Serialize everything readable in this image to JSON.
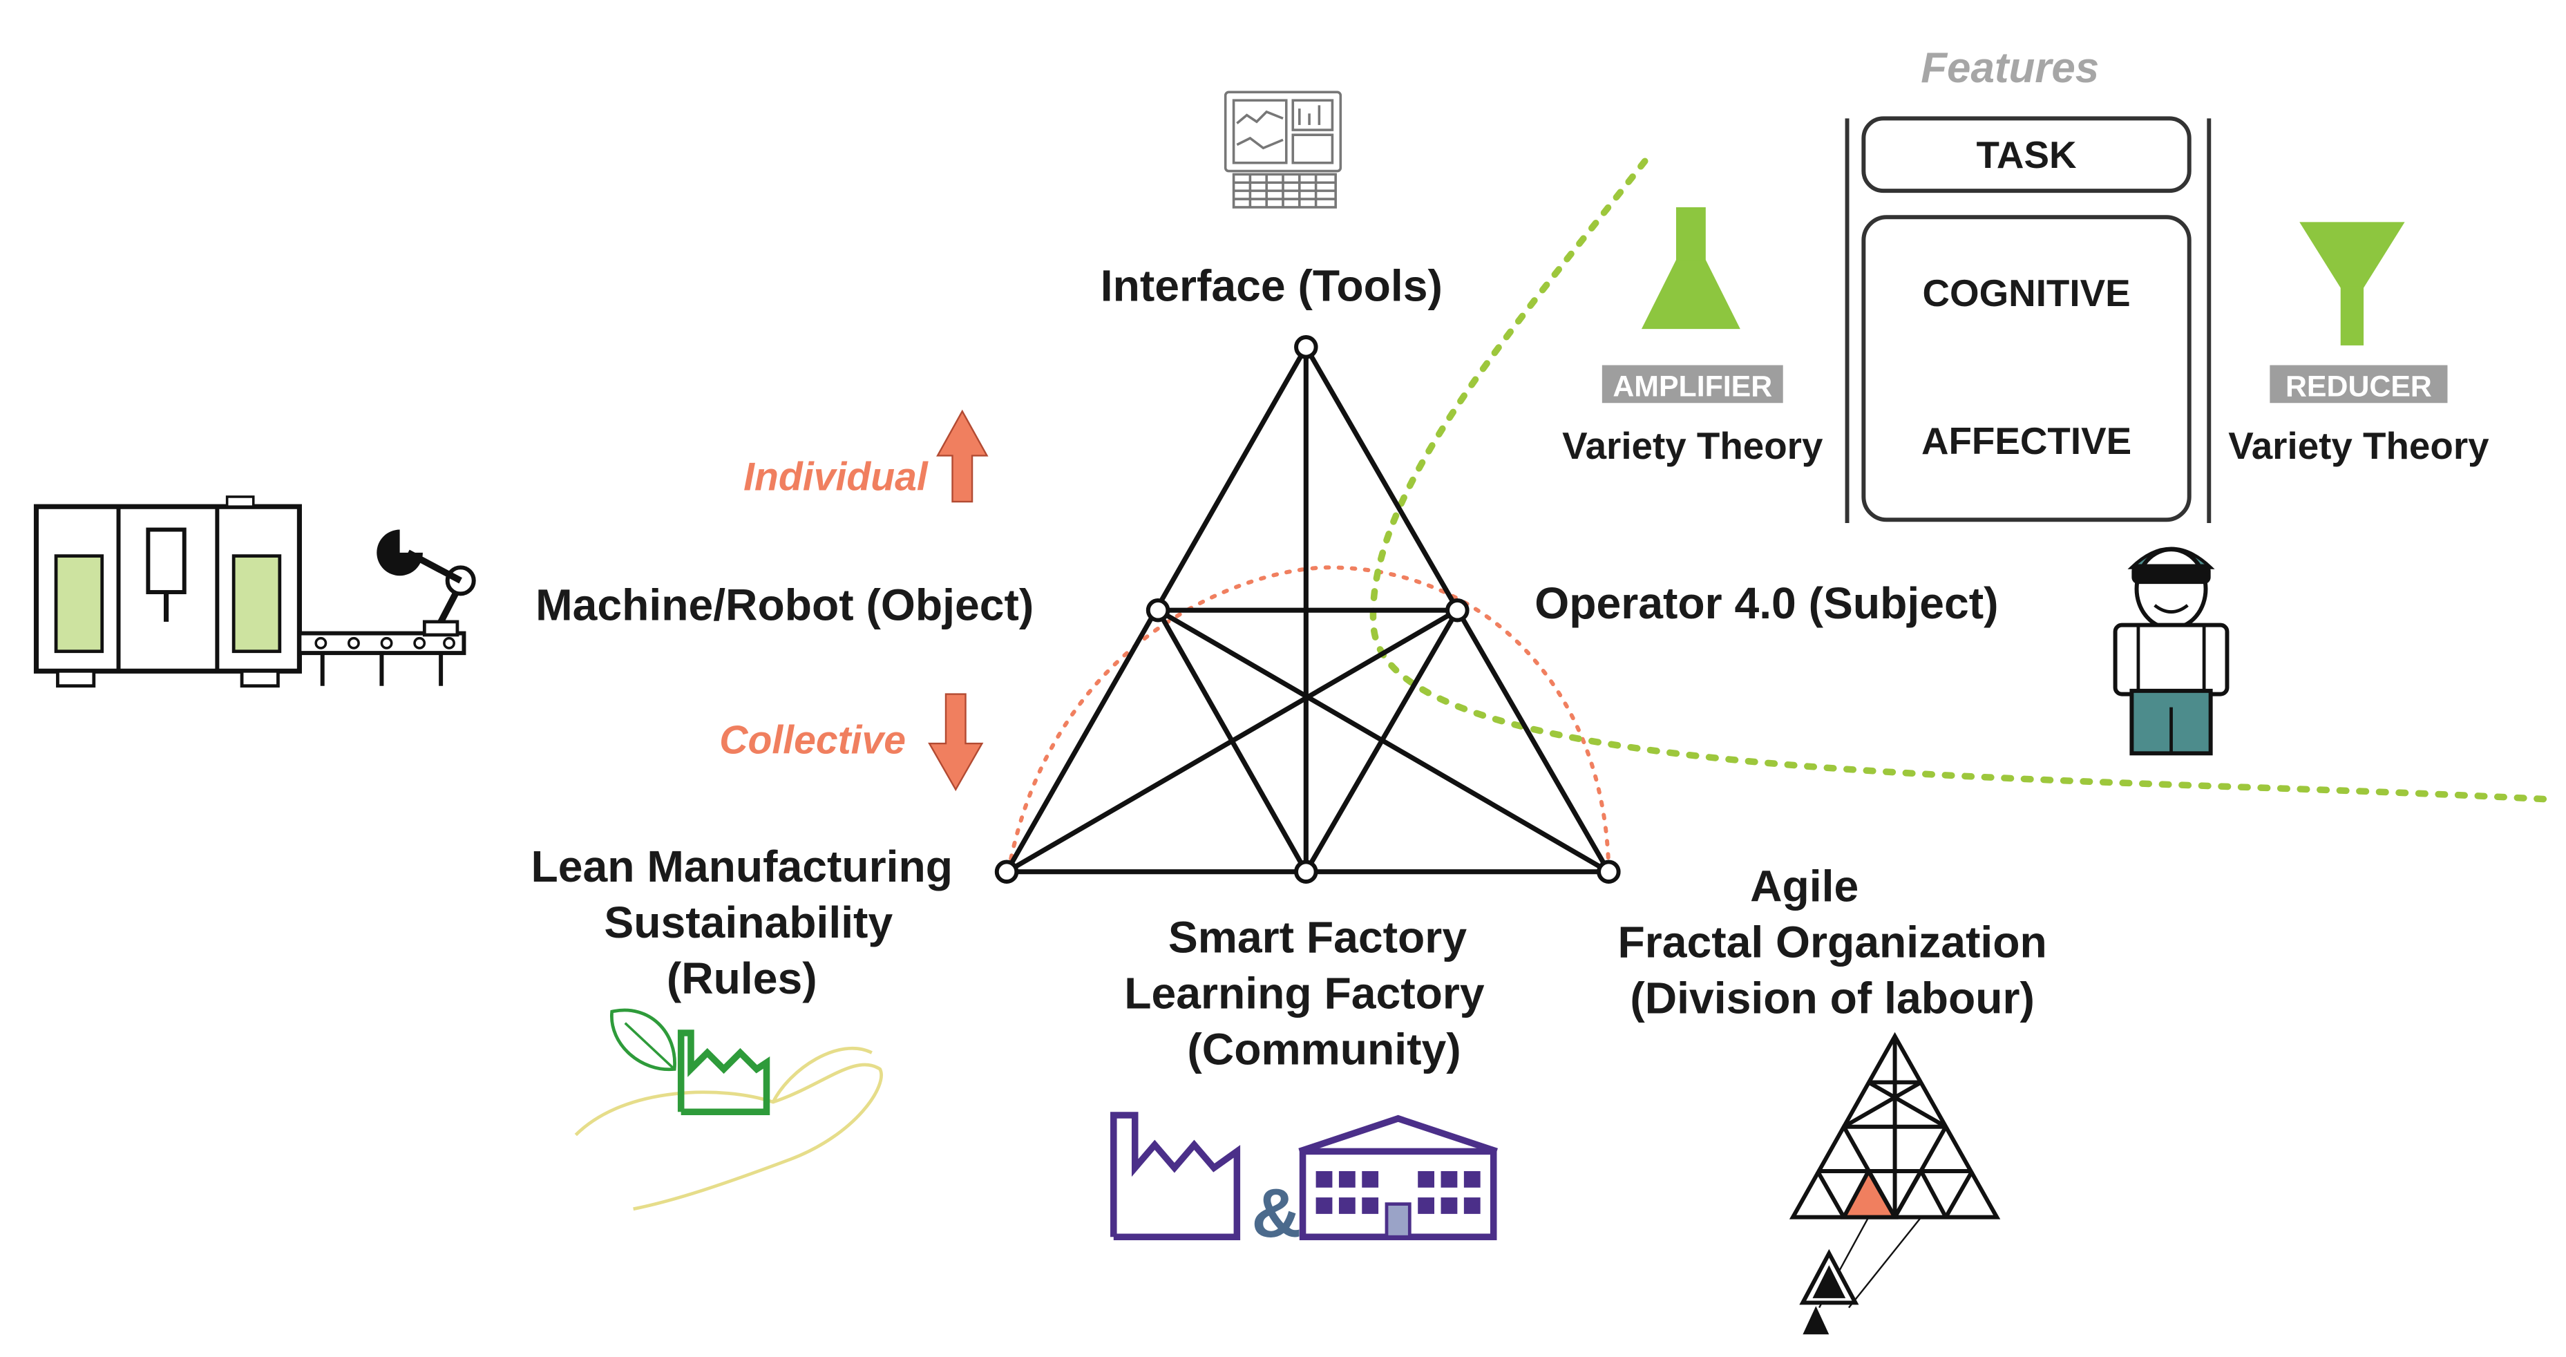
{
  "header": {
    "features_title": "Features"
  },
  "features": {
    "task": "TASK",
    "cognitive": "COGNITIVE",
    "affective": "AFFECTIVE",
    "amplifier": {
      "tag": "AMPLIFIER",
      "label": "Variety Theory"
    },
    "reducer": {
      "tag": "REDUCER",
      "label": "Variety Theory"
    }
  },
  "triangle": {
    "top": "Interface (Tools)",
    "left": "Machine/Robot (Object)",
    "right": "Operator 4.0 (Subject)",
    "bottom_left": [
      "Lean Manufacturing",
      "Sustainability",
      "(Rules)"
    ],
    "bottom_center": [
      "Smart Factory",
      "Learning Factory",
      "(Community)"
    ],
    "bottom_right": [
      "Agile",
      "Fractal Organization",
      "(Division of labour)"
    ]
  },
  "arrows": {
    "up": "Individual",
    "down": "Collective"
  },
  "community_ampersand": "&",
  "colors": {
    "accent_orange": "#f07f5f",
    "dotted_green": "#9dc73c",
    "funnel_green": "#8dc63f",
    "tag_gray": "#9e9e9e",
    "feature_title_gray": "#a6a6a6",
    "factory_purple": "#4b2f89",
    "factory_green": "#2e9b3a",
    "machine_green": "#cde3a0",
    "operator_teal": "#4d8c8c"
  },
  "icons": [
    "computer-monitor-icon",
    "machine-robot-icon",
    "operator-icon",
    "funnel-amplifier-icon",
    "funnel-reducer-icon",
    "green-factory-in-hand-icon",
    "smart-factory-icon",
    "learning-factory-icon",
    "fractal-triangle-icon"
  ]
}
